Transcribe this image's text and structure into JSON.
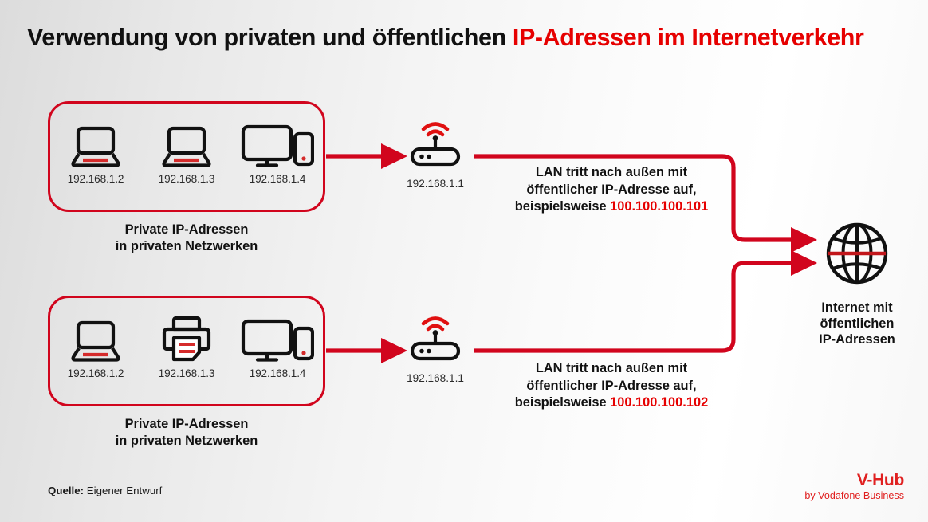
{
  "title": {
    "black_part": "Verwendung von privaten und öffentlichen ",
    "red_part": "IP-Adressen im Internetverkehr"
  },
  "colors": {
    "brand_red": "#e60000",
    "box_red": "#d1051d",
    "wire_red": "#d1051d",
    "icon_black": "#111111"
  },
  "networks": [
    {
      "caption_line1": "Private IP-Adressen",
      "caption_line2": "in privaten Netzwerken",
      "devices": [
        {
          "icon": "laptop-icon",
          "ip": "192.168.1.2"
        },
        {
          "icon": "laptop-icon",
          "ip": "192.168.1.3"
        },
        {
          "icon": "monitor-phone-icon",
          "ip": "192.168.1.4"
        }
      ],
      "router": {
        "icon": "wifi-router-icon",
        "ip": "192.168.1.1"
      },
      "lan_note": {
        "line1": "LAN tritt nach außen mit",
        "line2": "öffentlicher IP-Adresse auf,",
        "line3_prefix": "beispielsweise ",
        "line3_ip": "100.100.100.101"
      }
    },
    {
      "caption_line1": "Private IP-Adressen",
      "caption_line2": "in privaten Netzwerken",
      "devices": [
        {
          "icon": "laptop-icon",
          "ip": "192.168.1.2"
        },
        {
          "icon": "printer-icon",
          "ip": "192.168.1.3"
        },
        {
          "icon": "monitor-phone-icon",
          "ip": "192.168.1.4"
        }
      ],
      "router": {
        "icon": "wifi-router-icon",
        "ip": "192.168.1.1"
      },
      "lan_note": {
        "line1": "LAN tritt nach außen mit",
        "line2": "öffentlicher IP-Adresse auf,",
        "line3_prefix": "beispielsweise ",
        "line3_ip": "100.100.100.102"
      }
    }
  ],
  "internet": {
    "icon": "globe-icon",
    "caption_line1": "Internet mit",
    "caption_line2": "öffentlichen",
    "caption_line3": "IP-Adressen"
  },
  "footer": {
    "source_label": "Quelle:",
    "source_value": " Eigener Entwurf",
    "logo_main": "V-Hub",
    "logo_sub": "by Vodafone Business"
  }
}
